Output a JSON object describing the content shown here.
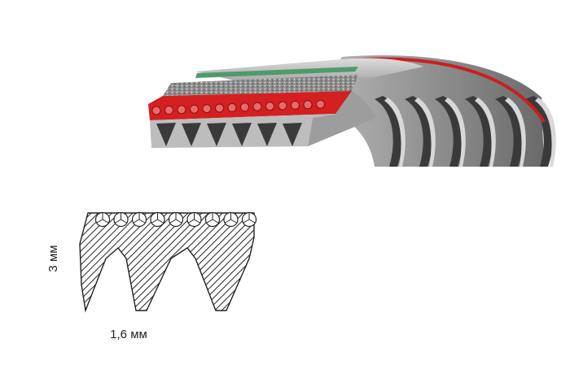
{
  "dimensions": {
    "height_label": "3 мм",
    "pitch_label": "1,6 мм"
  },
  "belt": {
    "rib_count": 6,
    "profile_rib_count": 3,
    "cord_count": 9,
    "colors": {
      "cover_top": "#c9c9c9",
      "stripe_green": "#4f9a6d",
      "cord_red": "#d42020",
      "edge_red": "#cc1e1e",
      "ribs_dark": "#3a3a3a",
      "ribs_light": "#d8d8d8",
      "hatch": "#333333"
    }
  }
}
